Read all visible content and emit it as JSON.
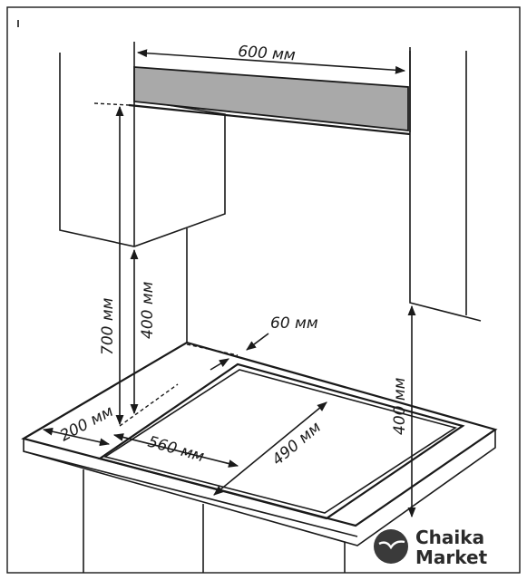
{
  "dimensions": {
    "hood_width": "600 мм",
    "hob_to_hood_height": "700 мм",
    "hob_to_cabinet_height": "400 мм",
    "back_gap": "60 мм",
    "side_gap": "200 мм",
    "cutout_width": "560 мм",
    "cutout_depth": "490 мм",
    "right_cabinet_height": "400 мм"
  },
  "brand": {
    "line1": "Chaika",
    "line2": "Market",
    "icon": "seagull-icon"
  },
  "colors": {
    "hood_fill": "#a9a9a9",
    "line": "#1a1a1a",
    "logo_circle": "#3a3a3a"
  }
}
